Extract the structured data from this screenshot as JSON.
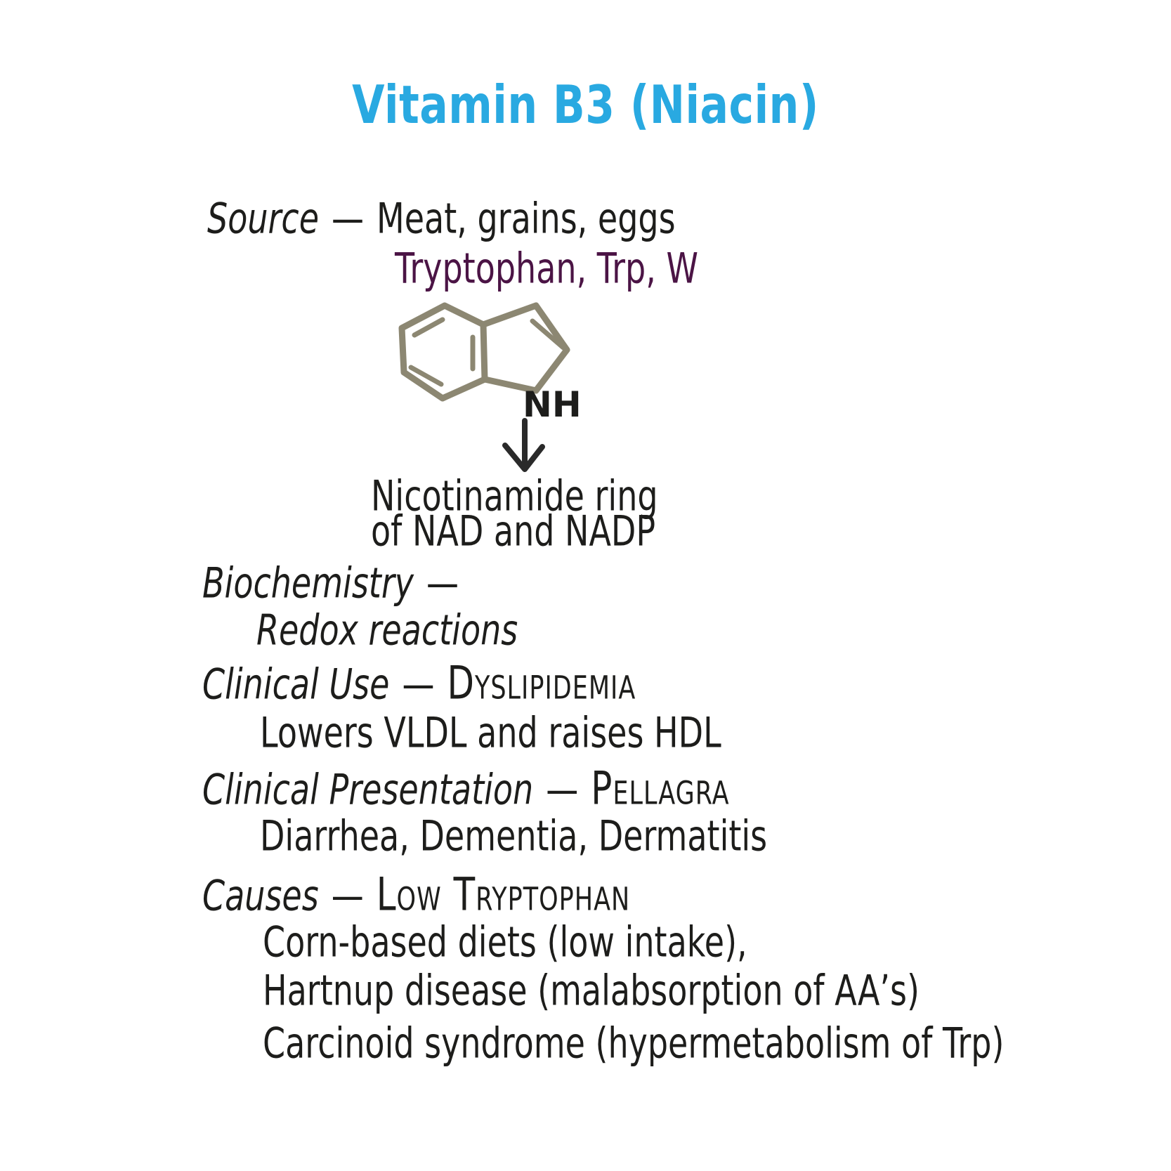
{
  "title": {
    "text": "Vitamin B3 (Niacin)"
  },
  "glyphs": {
    "dash": "—"
  },
  "palette": {
    "title_blue": "#29a9e1",
    "tryptophan_plum": "#4b1445",
    "structure_olive": "#8c8772",
    "ink": "#1d1d1b"
  },
  "sections": {
    "source": {
      "label": "Source",
      "value": "Meat, grains, eggs",
      "value2": "Tryptophan, Trp, W"
    },
    "biochemistry": {
      "label": "Biochemistry",
      "detail": "Redox reactions"
    },
    "clinical_use": {
      "label": "Clinical Use",
      "value": "Dyslipidemia",
      "detail": "Lowers VLDL and raises HDL"
    },
    "clinical_presentation": {
      "label": "Clinical Presentation",
      "value": "Pellagra",
      "detail": "Diarrhea, Dementia, Dermatitis"
    },
    "causes": {
      "label": "Causes",
      "value": "Low Tryptophan",
      "details": [
        "Corn-based diets (low intake),",
        "Hartnup disease (malabsorption of AA’s)",
        "Carcinoid syndrome (hypermetabolism of Trp)"
      ]
    }
  },
  "structure": {
    "name": "indole-ring",
    "nh_label": "NH",
    "product_line1": "Nicotinamide ring",
    "product_line2": "of NAD and NADP"
  }
}
